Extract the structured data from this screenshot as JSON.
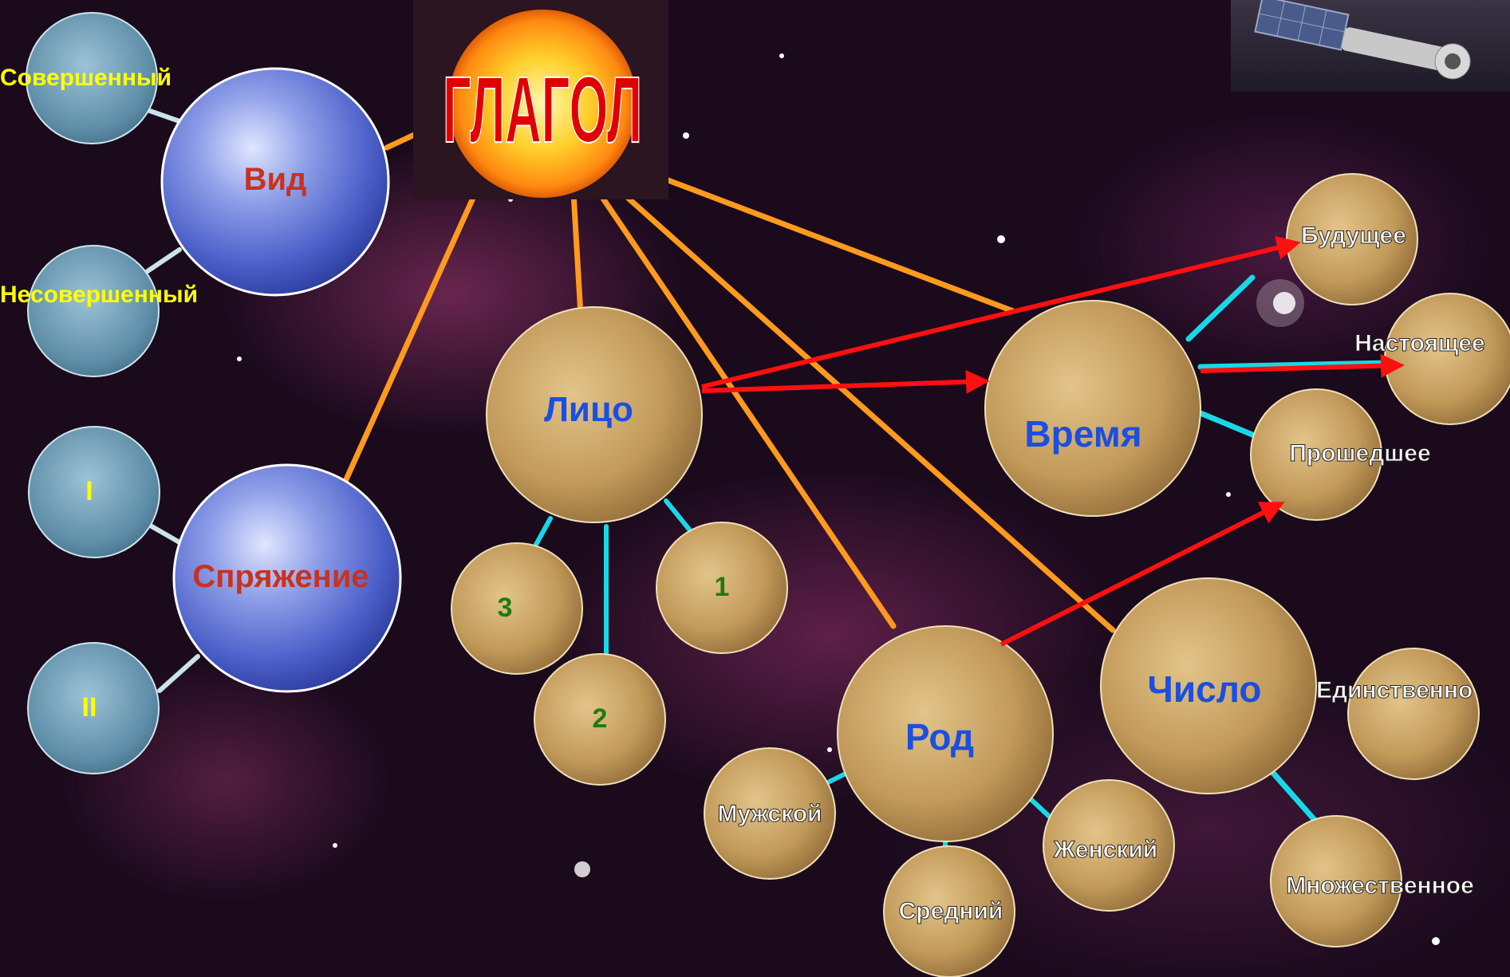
{
  "title": "ГЛАГОЛ",
  "categories": {
    "vid": "Вид",
    "spryazhenie": "Спряжение",
    "litso": "Лицо",
    "vremya": "Время",
    "rod": "Род",
    "chislo": "Число"
  },
  "vid_values": {
    "perfective": "Совершенный",
    "imperfective": "Несовершенный"
  },
  "spryazhenie_values": {
    "first": "I",
    "second": "II"
  },
  "litso_values": {
    "first": "1",
    "second": "2",
    "third": "3"
  },
  "vremya_values": {
    "future": "Будущее",
    "present": "Настоящее",
    "past": "Прошедшее"
  },
  "rod_values": {
    "masculine": "Мужской",
    "neuter": "Средний",
    "feminine": "Женский"
  },
  "chislo_values": {
    "singular": "Единственно",
    "plural": "Множественное"
  },
  "colors": {
    "title": "#e00000",
    "orange_line": "#ff9a1e",
    "cyan_line": "#18d8e8",
    "arrow": "#ff1010",
    "planet_label_blue": "#1a4fe0",
    "planet_label_red": "#c8321e",
    "digit_green": "#1f7a12",
    "yellow_label": "#ffff00"
  }
}
